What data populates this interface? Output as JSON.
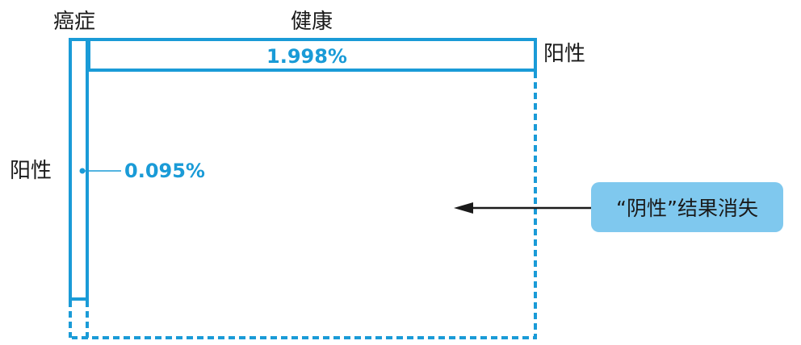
{
  "labels": {
    "cancer": "癌症",
    "healthy": "健康",
    "positive_right": "阳性",
    "positive_left": "阳性"
  },
  "values": {
    "healthy_positive": "1.998%",
    "cancer_positive": "0.095%"
  },
  "callout": {
    "text": "“阴性”结果消失"
  },
  "colors": {
    "accent": "#1a9bd7",
    "callout_bg": "#7fc8ee",
    "text": "#1a1a1a"
  }
}
